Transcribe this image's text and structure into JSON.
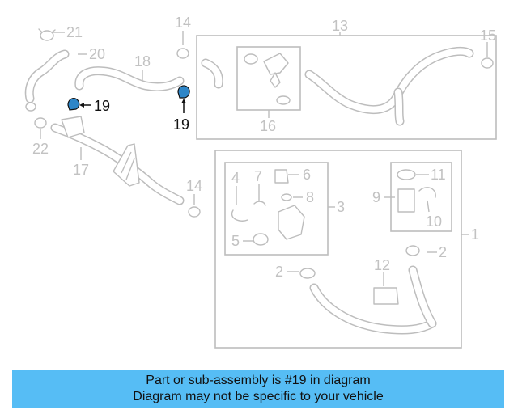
{
  "callouts": {
    "c1": "1",
    "c2a": "2",
    "c2b": "2",
    "c3": "3",
    "c4": "4",
    "c5": "5",
    "c6": "6",
    "c7": "7",
    "c8": "8",
    "c9": "9",
    "c10": "10",
    "c11": "11",
    "c12": "12",
    "c13": "13",
    "c14a": "14",
    "c14b": "14",
    "c15": "15",
    "c16": "16",
    "c17": "17",
    "c18": "18",
    "c19a": "19",
    "c19b": "19",
    "c20": "20",
    "c21": "21",
    "c22": "22"
  },
  "highlight": {
    "part_number": "19",
    "color": "#2e86c8"
  },
  "banner": {
    "line1": "Part or sub-assembly is #19 in diagram",
    "line2": "Diagram may not be specific to your vehicle",
    "background": "#56bdf5"
  }
}
